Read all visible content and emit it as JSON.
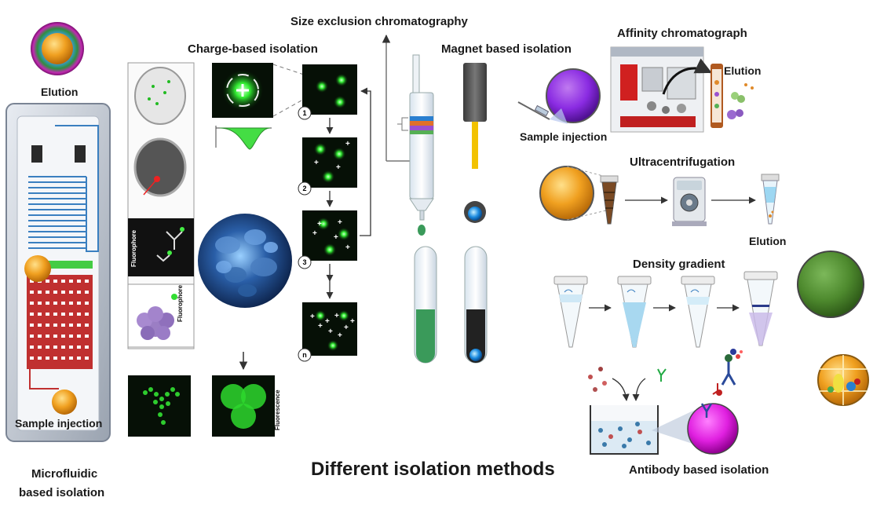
{
  "labels": {
    "elution_left": "Elution",
    "sample_injection_left": "Sample injection",
    "microfluidic": "Microfluidic",
    "based_isolation": "based isolation",
    "charge_based": "Charge-based  isolation",
    "size_exclusion": "Size exclusion chromatography",
    "magnet_based": "Magnet based isolation",
    "affinity": "Affinity chromatograph",
    "elution_affinity": "Elution",
    "sample_injection_right": "Sample injection",
    "ultracentrifugation": "Ultracentrifugation",
    "elution_density": "Elution",
    "density_gradient": "Density gradient",
    "antibody_based": "Antibody based isolation",
    "different_methods": "Different isolation methods"
  },
  "small_text": {
    "fluorophore": "Fluorophore",
    "fluorophore2": "Fluorophore",
    "fluorescence": "Fluorescence",
    "step_1": "1",
    "step_2": "2",
    "step_3": "3",
    "step_n": "n"
  },
  "colors": {
    "elution_vesicle": "#f0a020",
    "purple_vesicle": "#8a2be2",
    "orange_vesicle": "#f0a020",
    "green_vesicle": "#4e8a2e",
    "magenta_vesicle": "#e020e0",
    "green_glow": "#33ee33",
    "tube_green": "#3a9a5a",
    "tube_black": "#222222",
    "microfluidic_blue": "#3a7fc0",
    "microfluidic_red": "#c03030"
  }
}
